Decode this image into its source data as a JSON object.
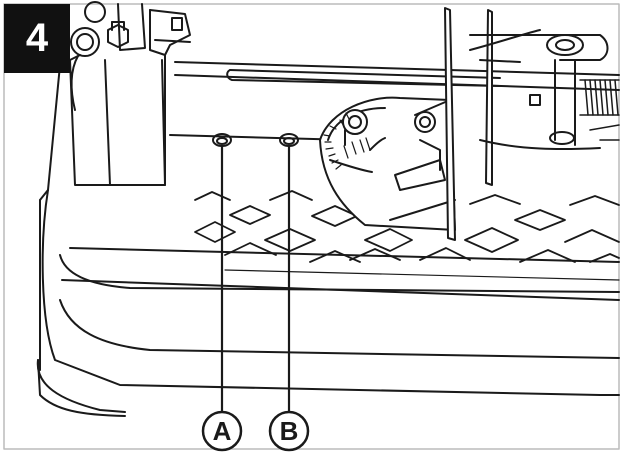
{
  "figure": {
    "step_number": "4",
    "callouts": [
      {
        "id": "a",
        "label": "A"
      },
      {
        "id": "b",
        "label": "B"
      }
    ]
  },
  "colors": {
    "line": "#1a1a1a",
    "badge_bg": "#111111",
    "badge_text": "#ffffff",
    "background": "#ffffff",
    "light_fill": "#f2f2f2"
  }
}
